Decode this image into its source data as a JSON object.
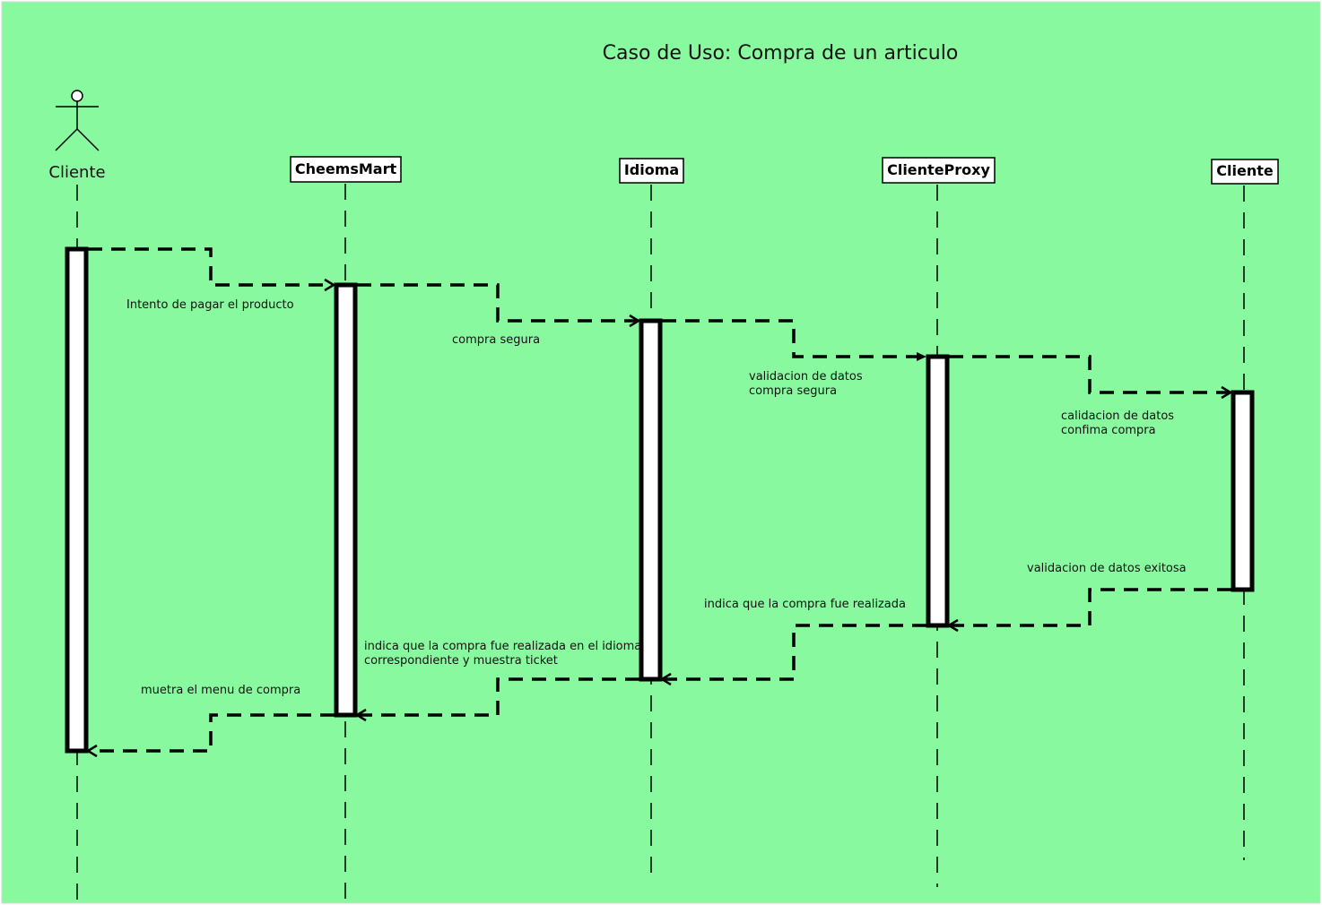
{
  "title": "Caso de Uso: Compra de un articulo",
  "colors": {
    "background": "#89f9a0",
    "line": "#000000",
    "box_fill": "#ffffff"
  },
  "actor": {
    "name": "Cliente",
    "icon": "stick-figure-icon"
  },
  "objects": [
    {
      "name": "CheemsMart"
    },
    {
      "name": "Idioma"
    },
    {
      "name": "ClienteProxy"
    },
    {
      "name": "Cliente"
    }
  ],
  "messages": [
    {
      "lines": [
        "Intento de pagar el producto"
      ]
    },
    {
      "lines": [
        "compra segura"
      ]
    },
    {
      "lines": [
        "validacion de datos",
        "compra segura"
      ]
    },
    {
      "lines": [
        "calidacion de datos",
        "confima compra"
      ]
    },
    {
      "lines": [
        "validacion de datos exitosa"
      ]
    },
    {
      "lines": [
        "indica que la compra fue realizada"
      ]
    },
    {
      "lines": [
        "indica que la compra fue realizada en el idioma",
        "correspondiente y muestra ticket"
      ]
    },
    {
      "lines": [
        "muetra el menu de compra"
      ]
    }
  ]
}
